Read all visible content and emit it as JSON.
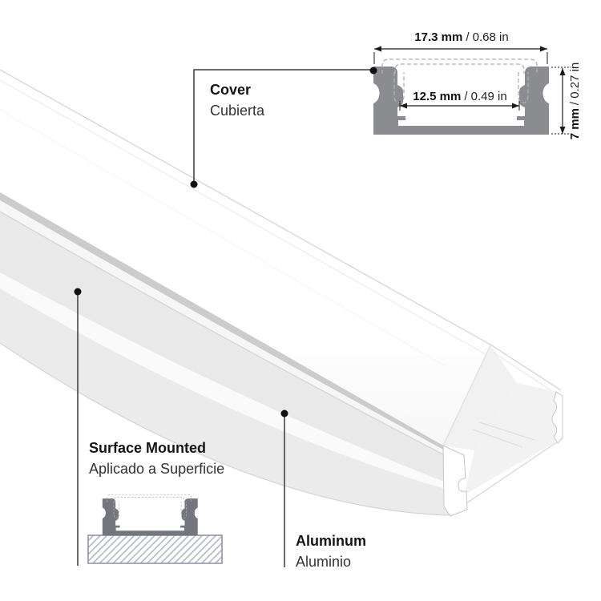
{
  "labels": {
    "cover": {
      "title": "Cover",
      "subtitle": "Cubierta"
    },
    "surface_mounted": {
      "title": "Surface Mounted",
      "subtitle": "Aplicado a Superficie"
    },
    "aluminum": {
      "title": "Aluminum",
      "subtitle": "Aluminio"
    }
  },
  "dimensions": {
    "outer_width": {
      "metric": "17.3 mm",
      "imperial": "/ 0.68 in"
    },
    "inner_width": {
      "metric": "12.5 mm",
      "imperial": "/ 0.49 in"
    },
    "height": {
      "metric": "7 mm",
      "imperial": "/ 0.27 in"
    }
  },
  "colors": {
    "channel_gray": "#8a8c90",
    "channel_gray_small": "#73767c",
    "hatch_border": "#8f95a8",
    "hatch_line": "#a9aeb9",
    "leader_line": "#3a3a3a",
    "dot": "#111111",
    "dimension_line": "#1a1a1a",
    "profile_band_light": "#e9e9e9",
    "profile_band_mid": "#ebebeb",
    "profile_seam": "#cccccc"
  }
}
